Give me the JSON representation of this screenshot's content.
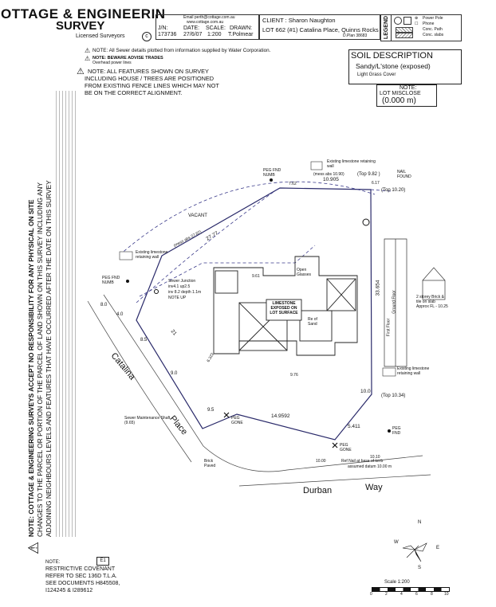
{
  "company": {
    "name": "OTTAGE & ENGINEERIN",
    "sub": "SURVEY",
    "tagline": "Licensed Surveyors",
    "email": "Email perth@cottage.com.au",
    "web": "www.cottage.com.au"
  },
  "header": {
    "jn_label": "J/N:",
    "jn_value": "173736",
    "date_label": "DATE:",
    "date_value": "27/6/07",
    "scale_label": "SCALE:",
    "scale_value": "1:200",
    "drawn_label": "DRAWN:",
    "drawn_value": "T.Polmear",
    "client": "CLIENT :  Sharon Naughton",
    "lot": "LOT 662 (#1) Catalina Place, Quinns Rocks",
    "dplan": "D.Plan 38683"
  },
  "legend": {
    "title": "LEGEND",
    "items": [
      "Power Pole",
      "Phone",
      "Conc. Path",
      "Conc. slabs"
    ]
  },
  "notes": {
    "sewer": "NOTE:  All Sewer details plotted from information supplied by Water Corporation.",
    "power": "NOTE: BEWARE ADVISE TRADES",
    "power2": "Overhead power lines",
    "features1": "NOTE: ALL FEATURES SHOWN ON SURVEY",
    "features2": "INCLUDING HOUSE / TREES ARE POSITIONED",
    "features3": "FROM EXISTING FENCE LINES WHICH MAY NOT",
    "features4": "BE ON THE CORRECT ALIGNMENT."
  },
  "soil": {
    "title": "SOIL DESCRIPTION",
    "type": "Sandy/L'stone (exposed)",
    "cover": "Light Grass Cover"
  },
  "misclose": {
    "label": "NOTE:",
    "text": "LOT MISCLOSE",
    "value": "(0.000 m)"
  },
  "side_note": {
    "line1": "NOTE: COTTAGE & ENGINEERING SURVEYS ACCEPT NO RESPONSIBILITY FOR ANY PHYSICAL ON SITE",
    "line2": "CHANGES TO THE PARCEL OR PORTION OF THE PARCEL OF LAND SHOWN ON THIS SURVEY INCLUDING ANY",
    "line3": "ADJOINING NEIGHBOURS LEVELS AND FEATURES THAT HAVE OCCURRED AFTER THE DATE ON THIS SURVEY"
  },
  "plan_labels": {
    "peg_fnd_numb_top": "PEG FND NUMB",
    "nail_found": "NAIL FOUND",
    "existing_limestone_top": "Existing limestone retaining wall",
    "top_982": "(Top  9.82 )",
    "top_1020": "(Top 10.20)",
    "mess_1090": "(mess abs 10.90)",
    "d_10905": "10.905",
    "d_617": "6.17",
    "d_762": "7.62",
    "vacant": "VACANT",
    "d_2777": "27.77",
    "mess_27": "(mess abs 27.87)",
    "existing_limestone_left": "Existing limestone retaining wall",
    "peg_fnd_numb_left": "PEG FND NUMB",
    "sewer_junction": "Sewer Junction",
    "sewer_il": "inv4.1 up2.5",
    "sewer_depth": "inv 8.2 depth 1.1m",
    "note_up": "NOTE UP",
    "limestone_exposed": "LIMESTONE EXPOSED ON LOT SURFACE",
    "open_glasses": "Open Glasses",
    "rear_of_sand": "Re of Sand",
    "d_33654": "33.654",
    "d_21": "21",
    "d_6322": "6.322",
    "d_2storey": "2 storey Brick & tile on slab Approx FL - 10.25",
    "ground_floor": "Ground Floor",
    "first_floor": "First Floor",
    "existing_limestone_right": "Existing limestone retaining wall",
    "top_1034": "(Top 10.34)",
    "d_100": "10.0",
    "d_5411": "5.411",
    "d_149592": "14.9592",
    "peg_gone_left": "PEG GONE",
    "peg_gone_mid": "PEG GONE",
    "peg_fnd_right": "PEG FND",
    "sewer_maint": "Sewer Maintenance Shaft (9.65)",
    "catalina": "Catalina",
    "place": "Place",
    "durban": "Durban",
    "way": "Way",
    "brick_paved": "Brick Paved",
    "ref_nail": "Ref Nail at base of kerb",
    "assumed_datum": "assumed datum 10.00 m",
    "d_95": "9.5",
    "d_90": "9.0",
    "d_85": "8.5",
    "d_80": "8.0",
    "d_40": "4.0",
    "d_1010": "10.10",
    "d_1000": "10.00",
    "d_976": "9.76",
    "d_961": "9.61"
  },
  "restrictive": {
    "note": "NOTE:",
    "e1": "E1",
    "line1": "RESTRICTIVE COVENANT",
    "line2": "REFER TO SEC 136D T.L.A.",
    "line3": "SEE DOCUMENTS H845508,",
    "line4": "I124245 & I289612"
  },
  "scale_bar": {
    "label": "Scale  1:200",
    "ticks": [
      "0",
      "2",
      "4",
      "6",
      "8",
      "10"
    ]
  },
  "north": {
    "n": "N",
    "e": "E",
    "s": "S",
    "w": "W"
  }
}
